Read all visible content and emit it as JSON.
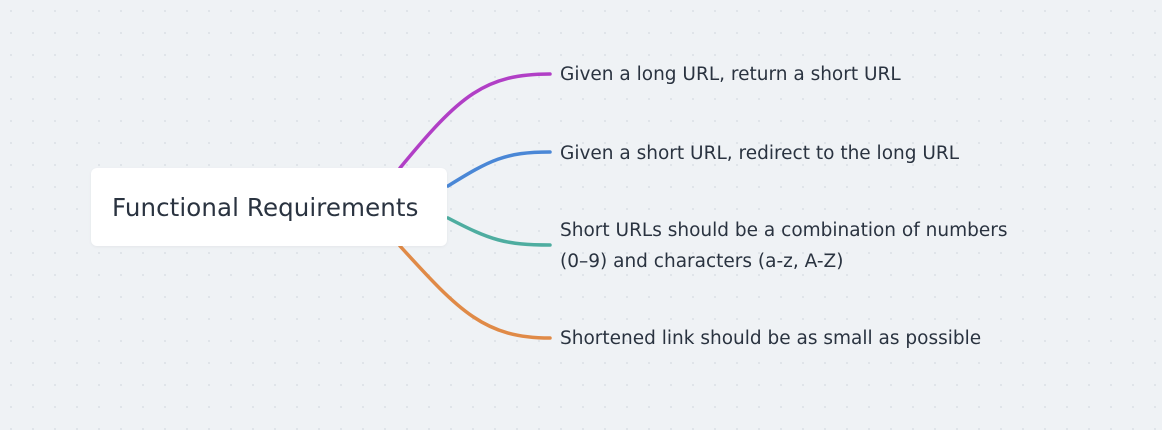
{
  "mindmap": {
    "root": {
      "label": "Functional Requirements"
    },
    "branches": [
      {
        "lines": [
          "Given a long URL, return a short URL"
        ],
        "color": "#b13fc6"
      },
      {
        "lines": [
          "Given a short URL, redirect to the long URL"
        ],
        "color": "#4a87d6"
      },
      {
        "lines": [
          "Short URLs should be a combination of numbers",
          "(0–9) and characters (a-z, A-Z)"
        ],
        "color": "#4eada0"
      },
      {
        "lines": [
          "Shortened link should be as small as possible"
        ],
        "color": "#e08a47"
      }
    ]
  }
}
